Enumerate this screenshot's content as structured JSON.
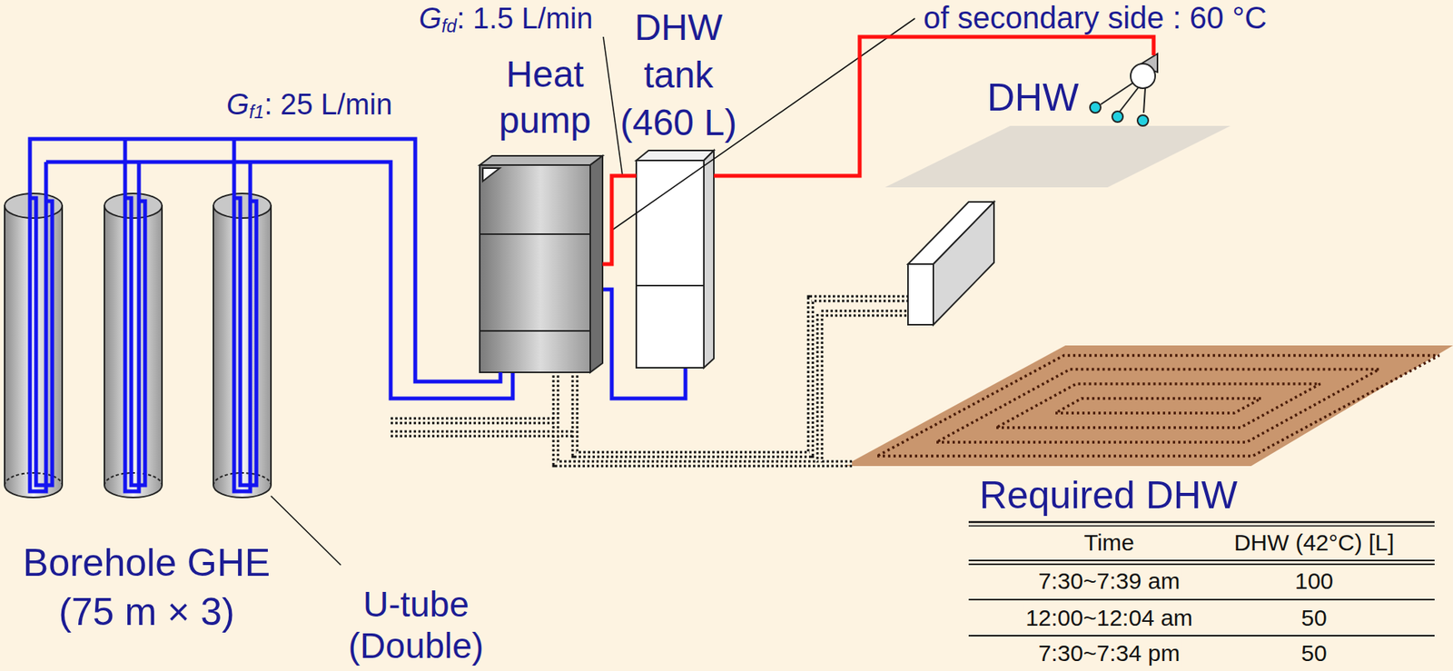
{
  "diagram": {
    "nodes": [
      {
        "text": [
          "Borehole GHE (75 m × 3)"
        ]
      },
      {
        "text": [
          "Heat pump"
        ]
      },
      {
        "text": [
          "DHW tank (460 L)"
        ]
      },
      {
        "text": [
          "DHW"
        ]
      }
    ],
    "edges": [
      {
        "from": 0,
        "to": 1,
        "arrow": "none"
      },
      {
        "from": 1,
        "to": 2,
        "arrow": "none"
      },
      {
        "from": 2,
        "to": 3,
        "arrow": "none"
      }
    ],
    "labels": [
      "of secondary side : 60 °C",
      "Gfd: 1.5 L/min",
      "Gf1: 25 L/min",
      "U-tube (Double)",
      "Required DHW",
      "Time",
      "DHW (42°C) [L]",
      "7:30~7:39 am",
      "100",
      "12:00~12:04 am",
      "50",
      "7:30~7:34 pm",
      "50"
    ]
  }
}
